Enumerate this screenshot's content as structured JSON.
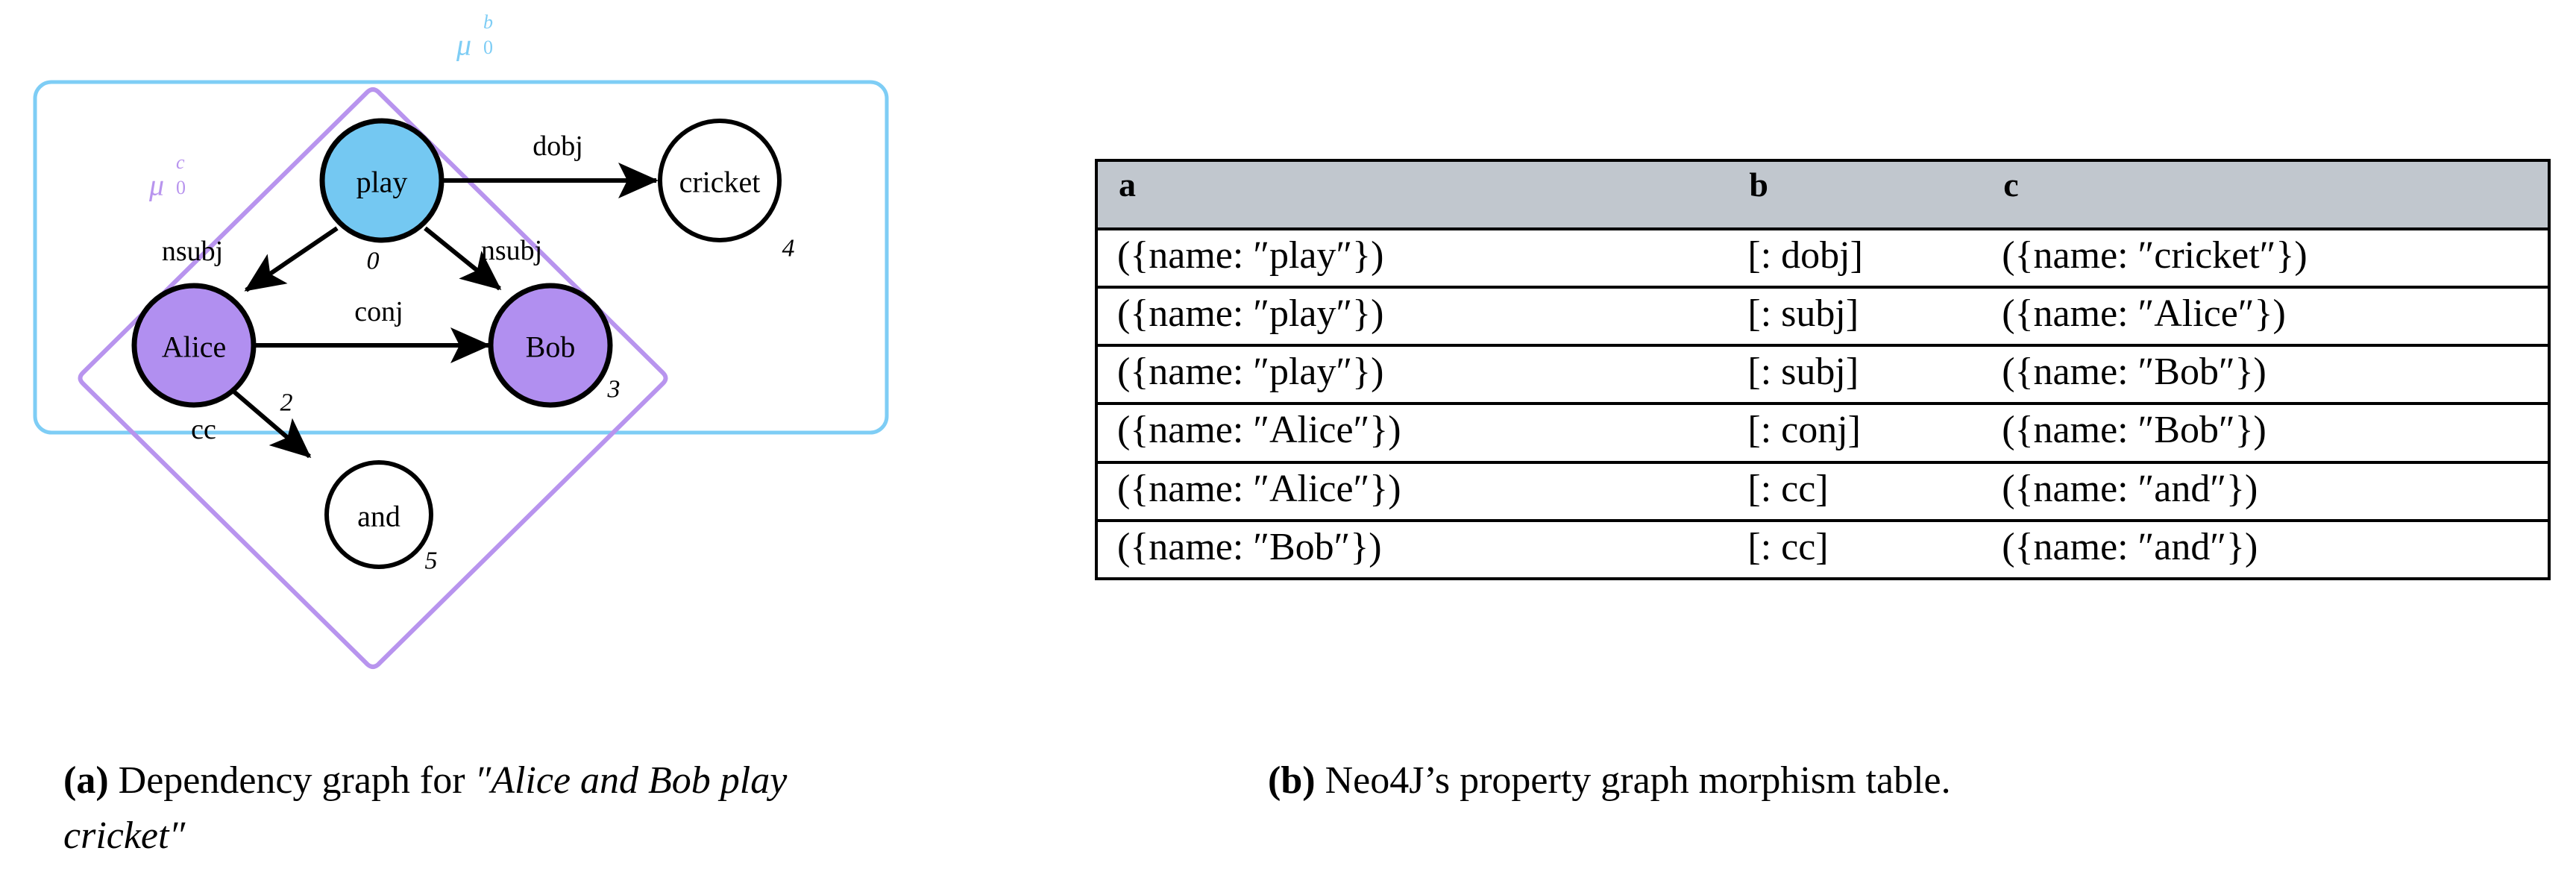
{
  "figure_a": {
    "morphisms": [
      {
        "id": "mu-0-b",
        "base": "μ",
        "sub": "0",
        "sup": "b",
        "color": "#7ecdf5"
      },
      {
        "id": "mu-0-c",
        "base": "μ",
        "sub": "0",
        "sup": "c",
        "color": "#b894ee"
      }
    ],
    "nodes": [
      {
        "id": "play",
        "label": "play",
        "index": "0",
        "fill": "#74c8f2"
      },
      {
        "id": "alice",
        "label": "Alice",
        "index": "",
        "fill": "#b18ff0"
      },
      {
        "id": "bob",
        "label": "Bob",
        "index": "3",
        "fill": "#b18ff0"
      },
      {
        "id": "cricket",
        "label": "cricket",
        "index": "4",
        "fill": "#ffffff"
      },
      {
        "id": "and",
        "label": "and",
        "index": "5",
        "fill": "#ffffff"
      }
    ],
    "edges": [
      {
        "id": "play-cricket",
        "label": "dobj",
        "from": "play",
        "to": "cricket"
      },
      {
        "id": "play-alice",
        "label": "nsubj",
        "from": "play",
        "to": "alice"
      },
      {
        "id": "play-bob",
        "label": "nsubj",
        "from": "play",
        "to": "bob"
      },
      {
        "id": "alice-bob",
        "label": "conj",
        "from": "alice",
        "to": "bob"
      },
      {
        "id": "alice-and",
        "label": "cc",
        "from": "alice",
        "to": "and"
      }
    ],
    "extra_indices": [
      {
        "id": "index-2",
        "value": "2"
      }
    ],
    "caption": {
      "marker": "(a)",
      "text_before": " Dependency graph for ",
      "quoted": "″Alice and Bob play cricket″"
    }
  },
  "figure_b": {
    "headers": [
      "a",
      "b",
      "c"
    ],
    "rows": [
      [
        "({name: ″play″})",
        "[: dobj]",
        "({name: ″cricket″})"
      ],
      [
        "({name: ″play″})",
        "[: subj]",
        "({name: ″Alice″})"
      ],
      [
        "({name: ″play″})",
        "[: subj]",
        "({name: ″Bob″})"
      ],
      [
        "({name: ″Alice″})",
        "[: conj]",
        "({name: ″Bob″})"
      ],
      [
        "({name: ″Alice″})",
        "[: cc]",
        "({name: ″and″})"
      ],
      [
        "({name: ″Bob″})",
        "[: cc]",
        "({name: ″and″})"
      ]
    ],
    "header_background": "#c1c7ce",
    "caption": {
      "marker": "(b)",
      "text": " Neo4J’s property graph morphism table."
    }
  }
}
